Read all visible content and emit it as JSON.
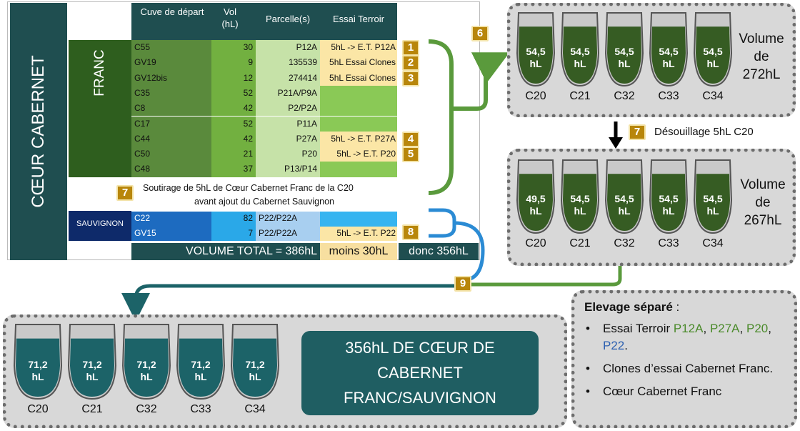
{
  "colors": {
    "dark_teal": "#1f4e50",
    "dark_green": "#2e5e1e",
    "green": "#5a9a3c",
    "light_green": "#8ac956",
    "wine_green": "#365c23",
    "teal_wine": "#1c6368",
    "blue": "#2b8bd4",
    "navy": "#0e2a6a",
    "badge": "#b8860b",
    "gold": "#c8a020"
  },
  "table": {
    "side_label": "CŒUR CABERNET",
    "franc_label": "FRANC",
    "sauvignon_label": "SAUVIGNON",
    "headers": {
      "cuve": "Cuve de départ",
      "vol": "Vol (hL)",
      "parcelle": "Parcelle(s)",
      "essai": "Essai Terroir"
    },
    "franc_rows": [
      {
        "cuve": "C55",
        "vol": "30",
        "parcelle": "P12A",
        "essai": "5hL -> E.T. P12A",
        "badge": "1"
      },
      {
        "cuve": "GV19",
        "vol": "9",
        "parcelle": "135539",
        "essai": "5hL Essai Clones",
        "badge": "2"
      },
      {
        "cuve": "GV12bis",
        "vol": "12",
        "parcelle": "274414",
        "essai": "5hL Essai Clones",
        "badge": "3"
      },
      {
        "cuve": "C35",
        "vol": "52",
        "parcelle": "P21A/P9A",
        "essai": "",
        "badge": ""
      },
      {
        "cuve": "C8",
        "vol": "42",
        "parcelle": "P2/P2A",
        "essai": "",
        "badge": ""
      },
      {
        "cuve": "C17",
        "vol": "52",
        "parcelle": "P11A",
        "essai": "",
        "badge": ""
      },
      {
        "cuve": "C44",
        "vol": "42",
        "parcelle": "P27A",
        "essai": "5hL -> E.T. P27A",
        "badge": "4"
      },
      {
        "cuve": "C50",
        "vol": "21",
        "parcelle": "P20",
        "essai": "5hL -> E.T. P20",
        "badge": "5"
      },
      {
        "cuve": "C48",
        "vol": "37",
        "parcelle": "P13/P14",
        "essai": "",
        "badge": ""
      }
    ],
    "soutirage_badge": "7",
    "soutirage_line1": "Soutirage de 5hL de Cœur Cabernet Franc de la C20",
    "soutirage_line2": "avant ajout du Cabernet Sauvignon",
    "sauvignon_rows": [
      {
        "cuve": "C22",
        "vol": "82",
        "parcelle": "P22/P22A",
        "essai": ""
      },
      {
        "cuve": "GV15",
        "vol": "7",
        "parcelle": "P22/P22A",
        "essai": "5hL -> E.T. P22"
      }
    ],
    "sauvignon_badge": "8",
    "total_label": "VOLUME TOTAL = 386hL",
    "moins_label": "moins 30hL",
    "donc_label": "donc 356hL"
  },
  "flow": {
    "badge6": "6",
    "badge7": "7",
    "desouillage": "Désouillage 5hL C20",
    "badge9": "9"
  },
  "panel1": {
    "vats": [
      {
        "name": "C20",
        "v1": "54,5",
        "v2": "hL"
      },
      {
        "name": "C21",
        "v1": "54,5",
        "v2": "hL"
      },
      {
        "name": "C32",
        "v1": "54,5",
        "v2": "hL"
      },
      {
        "name": "C33",
        "v1": "54,5",
        "v2": "hL"
      },
      {
        "name": "C34",
        "v1": "54,5",
        "v2": "hL"
      }
    ],
    "vol_l1": "Volume",
    "vol_l2": "de",
    "vol_l3": "272hL"
  },
  "panel2": {
    "vats": [
      {
        "name": "C20",
        "v1": "49,5",
        "v2": "hL"
      },
      {
        "name": "C21",
        "v1": "54,5",
        "v2": "hL"
      },
      {
        "name": "C32",
        "v1": "54,5",
        "v2": "hL"
      },
      {
        "name": "C33",
        "v1": "54,5",
        "v2": "hL"
      },
      {
        "name": "C34",
        "v1": "54,5",
        "v2": "hL"
      }
    ],
    "vol_l1": "Volume",
    "vol_l2": "de",
    "vol_l3": "267hL"
  },
  "panel3": {
    "vats": [
      {
        "name": "C20",
        "v1": "71,2",
        "v2": "hL"
      },
      {
        "name": "C21",
        "v1": "71,2",
        "v2": "hL"
      },
      {
        "name": "C32",
        "v1": "71,2",
        "v2": "hL"
      },
      {
        "name": "C33",
        "v1": "71,2",
        "v2": "hL"
      },
      {
        "name": "C34",
        "v1": "71,2",
        "v2": "hL"
      }
    ],
    "banner_l1": "356hL DE CŒUR DE",
    "banner_l2": "CABERNET",
    "banner_l3": "FRANC/SAUVIGNON"
  },
  "notes": {
    "title": "Elevage séparé",
    "title_suffix": " :",
    "item1_prefix": "Essai Terroir ",
    "p12a": "P12A",
    "p27a": "P27A",
    "p20": "P20",
    "p22": "P22",
    "sep": ", ",
    "end": ".",
    "item2": "Clones d’essai Cabernet Franc.",
    "item3": "Cœur Cabernet Franc"
  }
}
